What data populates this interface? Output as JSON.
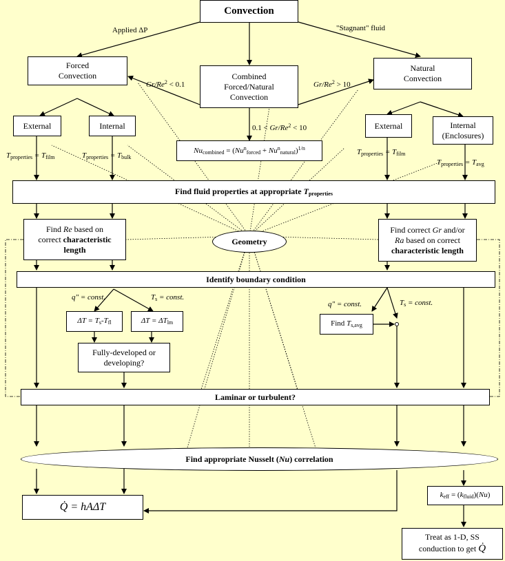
{
  "nodes": {
    "convection": "Convection",
    "forced": [
      "Forced",
      "Convection"
    ],
    "combined": [
      "Combined",
      "Forced/Natural",
      "Convection"
    ],
    "natural": [
      "Natural",
      "Convection"
    ],
    "external_left": "External",
    "internal_left": "Internal",
    "external_right": "External",
    "internal_right": [
      "Internal",
      "(Enclosures)"
    ],
    "nu_combined": {
      "lhs": "Nu",
      "lhs_sub": "combined",
      "eq": " = (",
      "t1": "Nu",
      "t1_sup": "n",
      "t1_sub": "forced",
      "plus": " + ",
      "t2": "Nu",
      "t2_sup": "n",
      "t2_sub": "natural",
      "close": ")",
      "exp": "1/n"
    },
    "find_props": {
      "text": "Find fluid properties at appropriate ",
      "var": "T",
      "var_sub": "properties"
    },
    "find_re": {
      "l1a": "Find ",
      "l1b": "Re",
      "l1c": " based on",
      "l2": "correct ",
      "l2b": "characteristic",
      "l3": "length"
    },
    "find_gr": {
      "l1a": "Find correct ",
      "l1b": "Gr",
      "l1c": " and/or",
      "l2a": "Ra",
      "l2b": " based on correct",
      "l3": "characteristic length"
    },
    "geometry": "Geometry",
    "boundary": "Identify boundary condition",
    "dt_left": {
      "a": "ΔT = T",
      "a_sub": "s",
      "b": "-T",
      "b_sub": "fl"
    },
    "dt_right": {
      "a": "ΔT = ΔT",
      "a_sub": "lm"
    },
    "fully_dev": [
      "Fully-developed or",
      "developing?"
    ],
    "find_ts": {
      "a": "Find ",
      "b": "T",
      "b_sub": "s,avg"
    },
    "laminar": "Laminar or turbulent?",
    "nusselt": {
      "a": "Find appropriate Nusselt (",
      "b": "Nu",
      "c": ") correlation"
    },
    "q_eq": {
      "lhs": "Q̇",
      "rhs": " = hAΔT"
    },
    "keff": {
      "a": "k",
      "a_sub": "eff",
      "b": " = (",
      "c": "k",
      "c_sub": "fluid",
      "d": ")(",
      "e": "Nu",
      "f": ")"
    },
    "treat": {
      "l1": "Treat as 1-D, SS",
      "l2": "conduction to get ",
      "q": "Q̇"
    }
  },
  "labels": {
    "applied_dp": "Applied ΔP",
    "stagnant": "\"Stagnant\" fluid",
    "gr_re_low": {
      "a": "Gr/Re",
      "sup": "2",
      "b": " < 0.1"
    },
    "gr_re_high": {
      "a": "Gr/Re",
      "sup": "2",
      "b": " > 10"
    },
    "gr_re_mid": {
      "a": "0.1 < ",
      "b": "Gr/Re",
      "sup": "2",
      "c": " < 10"
    },
    "t_film_left": {
      "a": "T",
      "a_sub": "properties",
      "b": " = T",
      "b_sub": "film"
    },
    "t_bulk": {
      "a": "T",
      "a_sub": "properties",
      "b": " = T",
      "b_sub": "bulk"
    },
    "t_film_right": {
      "a": "T",
      "a_sub": "properties",
      "b": " = T",
      "b_sub": "film"
    },
    "t_avg": {
      "a": "T",
      "a_sub": "properties",
      "b": " = T",
      "b_sub": "avg"
    },
    "q_const_left": "q\" = const.",
    "ts_const_left": {
      "a": "T",
      "sub": "s",
      "b": " = const."
    },
    "q_const_right": "q\" = const.",
    "ts_const_right": {
      "a": "T",
      "sub": "s",
      "b": " = const."
    }
  }
}
